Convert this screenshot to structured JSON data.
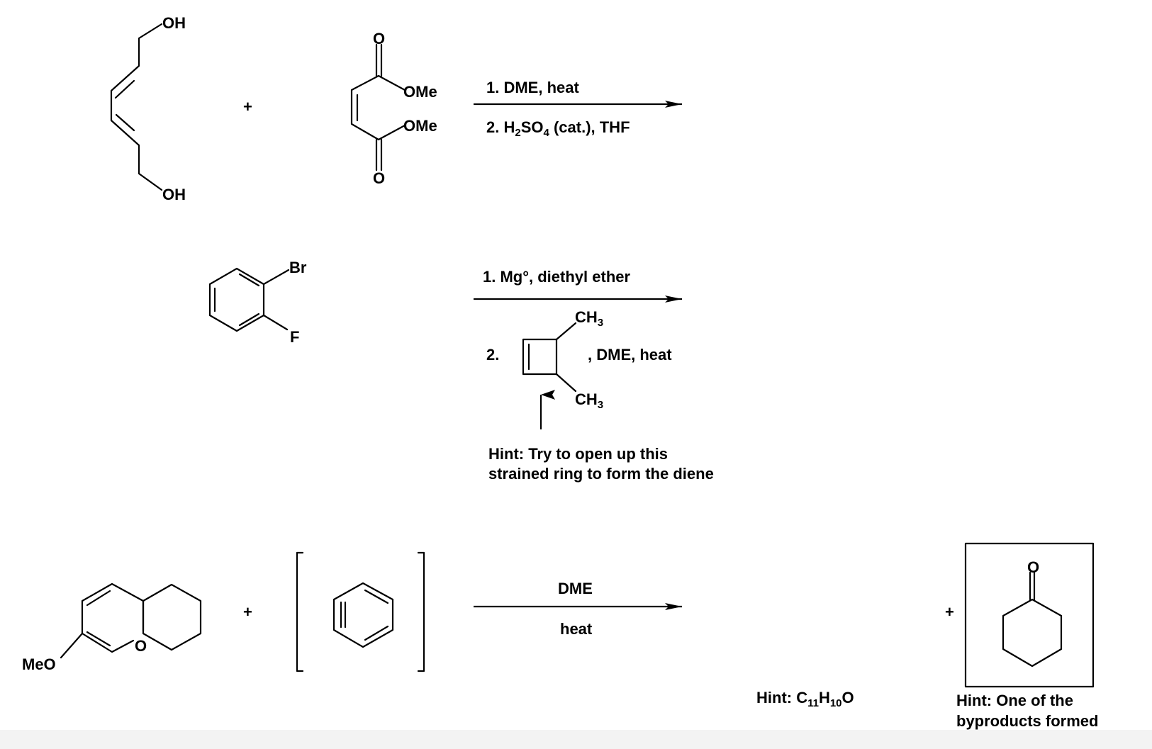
{
  "colors": {
    "ink": "#000000",
    "background": "#ffffff"
  },
  "reaction1": {
    "diene_oh_top": "OH",
    "diene_oh_bottom": "OH",
    "plus": "+",
    "ester_ome_top": "OMe",
    "ester_ome_bottom": "OMe",
    "ester_o_top": "O",
    "ester_o_bottom": "O",
    "step1": "1. DME, heat",
    "step2_prefix": "2. H",
    "step2_sub1": "2",
    "step2_mid": "SO",
    "step2_sub2": "4",
    "step2_suffix": " (cat.), THF"
  },
  "reaction2": {
    "br_label": "Br",
    "f_label": "F",
    "step1": "1. Mg°, diethyl ether",
    "step2_num": "2.",
    "ch3_top_main": "CH",
    "ch3_top_sub": "3",
    "ch3_bottom_main": "CH",
    "ch3_bottom_sub": "3",
    "step2_conditions": ", DME, heat",
    "hint_line1": "Hint: Try to open up this",
    "hint_line2": "strained ring to form the diene"
  },
  "reaction3": {
    "meo_label": "MeO",
    "ring_o_label": "O",
    "plus": "+",
    "condition_above": "DME",
    "condition_below": "heat",
    "product_hint_prefix": "Hint: C",
    "product_hint_sub1": "11",
    "product_hint_mid": "H",
    "product_hint_sub2": "10",
    "product_hint_suffix": "O",
    "plus2": "+",
    "ketone_o_label": "O",
    "byproduct_hint_line1": "Hint: One of the",
    "byproduct_hint_line2": "byproducts formed"
  }
}
